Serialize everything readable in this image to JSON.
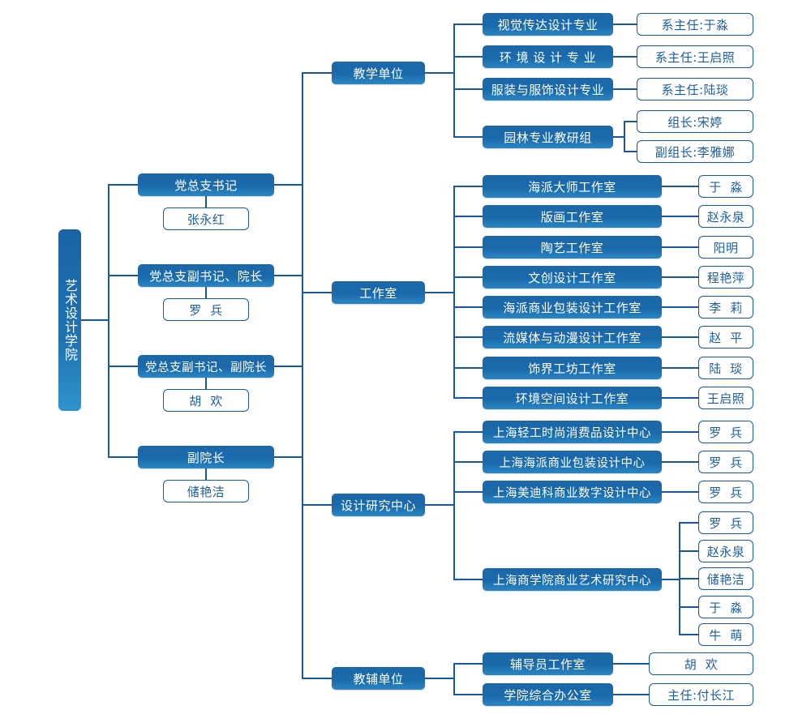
{
  "root": {
    "label": "艺术设计学院"
  },
  "leadership": [
    {
      "title": "党总支书记",
      "name": "张永红"
    },
    {
      "title": "党总支副书记、院长",
      "name": "罗  兵"
    },
    {
      "title": "党总支副书记、副院长",
      "name": "胡  欢"
    },
    {
      "title": "副院长",
      "name": "储艳洁"
    }
  ],
  "divisions": [
    {
      "label": "教学单位",
      "units": [
        {
          "label": "视觉传达设计专业",
          "people": [
            "系主任:于淼"
          ]
        },
        {
          "label": "环 境 设 计 专 业",
          "people": [
            "系主任:王启照"
          ]
        },
        {
          "label": "服装与服饰设计专业",
          "people": [
            "系主任:陆琰"
          ]
        },
        {
          "label": "园林专业教研组",
          "people": [
            "组长:宋婷",
            "副组长:李雅娜"
          ]
        }
      ]
    },
    {
      "label": "工作室",
      "units": [
        {
          "label": "海派大师工作室",
          "people": [
            "于  淼"
          ]
        },
        {
          "label": "版画工作室",
          "people": [
            "赵永泉"
          ]
        },
        {
          "label": "陶艺工作室",
          "people": [
            "阳明"
          ]
        },
        {
          "label": "文创设计工作室",
          "people": [
            "程艳萍"
          ]
        },
        {
          "label": "海派商业包装设计工作室",
          "people": [
            "李  莉"
          ]
        },
        {
          "label": "流媒体与动漫设计工作室",
          "people": [
            "赵  平"
          ]
        },
        {
          "label": "饰界工坊工作室",
          "people": [
            "陆  琰"
          ]
        },
        {
          "label": "环境空间设计工作室",
          "people": [
            "王启照"
          ]
        }
      ]
    },
    {
      "label": "设计研究中心",
      "units": [
        {
          "label": "上海轻工时尚消费品设计中心",
          "people": [
            "罗  兵"
          ]
        },
        {
          "label": "上海海派商业包装设计中心",
          "people": [
            "罗  兵"
          ]
        },
        {
          "label": "上海美迪科商业数字设计中心",
          "people": [
            "罗  兵"
          ]
        },
        {
          "label": "上海商学院商业艺术研究中心",
          "people": [
            "罗  兵",
            "赵永泉",
            "储艳洁",
            "于  淼",
            "牛  萌"
          ]
        }
      ]
    },
    {
      "label": "教辅单位",
      "units": [
        {
          "label": "辅导员工作室",
          "people": [
            "胡  欢"
          ]
        },
        {
          "label": "学院综合办公室",
          "people": [
            "主任:付长江"
          ]
        }
      ]
    }
  ],
  "colors": {
    "primary": "#1a6aab",
    "line": "#17599b",
    "text_light": "#1d5d9c"
  }
}
